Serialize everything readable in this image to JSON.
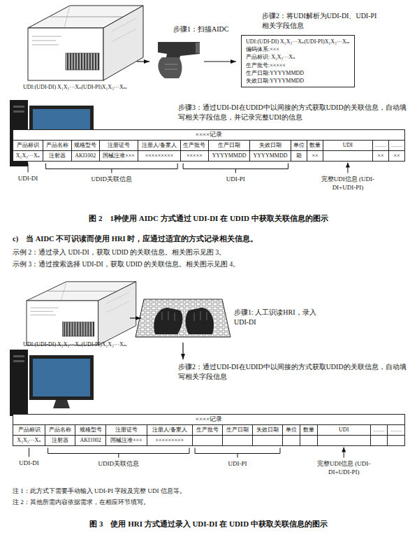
{
  "diagram": {
    "nodes": [
      {
        "text": [
          "UDI:(UDI-DI) X₁X₂···Xₙ(UDI-PI)X₁X₂···Xₘ",
          "编码体系:×××",
          "产品标识: X₁X₂···Xₙ",
          "生产批号:×××××",
          "生产日期:YYYYMMDD",
          "失效日期:YYYYMMDD"
        ]
      },
      {
        "text": [
          "××××记录"
        ]
      },
      {
        "text": [
          "××××记录"
        ]
      }
    ],
    "labels": [
      "步骤1：扫描AIDC",
      "UDI:(UDI-DI) X₁X₂···Xₙ(UDI-PI)X₁X₂···Xₘ",
      "步骤2：将UDI解析为UDI-DI、UDI-PI相关字段信息",
      "步骤3：通过UDI-DI在UDID中以间接的方式获取UDID的关联信息，自动填写相关字段信息，并记录完整UDI的信息",
      "产品标识",
      "产品名称",
      "规格型号",
      "注册证号",
      "注册人/备案人",
      "生产批号",
      "生产日期",
      "失效日期",
      "单位",
      "数量",
      "UDI",
      "……",
      "……",
      "X₁X₂···Xₙ",
      "注射器",
      "AKI1002",
      "国械注准×××",
      "×××××××××",
      "×××××",
      "YYYYMMDD",
      "YYYYMMDD",
      "箱",
      "××",
      "××",
      "××",
      "UDI-DI",
      "UDID关联信息",
      "UDI-PI",
      "完整UDI信息 (UDI-DI+UDI-PI)",
      "图 2　1种使用 AIDC 方式通过 UDI-DI 在 UDID 中获取关联信息的图示",
      "c)　当 AIDC 不可识读而使用 HRI 时，应通过适宜的方式记录相关信息。",
      "示例 2：通过录入 UDI-DI，获取 UDID 的关联信息。相关图示见图 3。",
      "示例 3：通过搜索选择 UDI-DI，获取 UDID 的关联信息。相关图示见图 4。",
      "UDI:(UDI-DI) X₁X₂···Xₙ(UDI-PI)X₁X₂···Xₘ",
      "步骤1: 人工识读HRI，录入UDI-DI",
      "步骤2：通过UDI-DI在UDID中以间接的方式获取UDID的关联信息，自动填写相关字段信息",
      "产品标识",
      "产品名称",
      "规格型号",
      "注册证号",
      "注册人/备案人",
      "生产批号",
      "生产日期",
      "失效日期",
      "单位",
      "数量",
      "UDI",
      "……",
      "……",
      "X₁X₂···Xₙ",
      "注射器",
      "AKI1002",
      "国械注准×××",
      "×××××××××",
      "UDI-DI",
      "UDID关联信息",
      "UDI-PI",
      "完整UDI信息 (UDI-DI+UDI-PI)",
      "注 1：此方式下需要手动输入 UDI-PI 字段及完整 UDI 信息等。",
      "注 2：其他所需内容依据需求，在相应环节填写。",
      "图 3　使用 HRI 方式通过录入 UDI-DI 在 UDID 中获取关联信息的图示"
    ]
  }
}
